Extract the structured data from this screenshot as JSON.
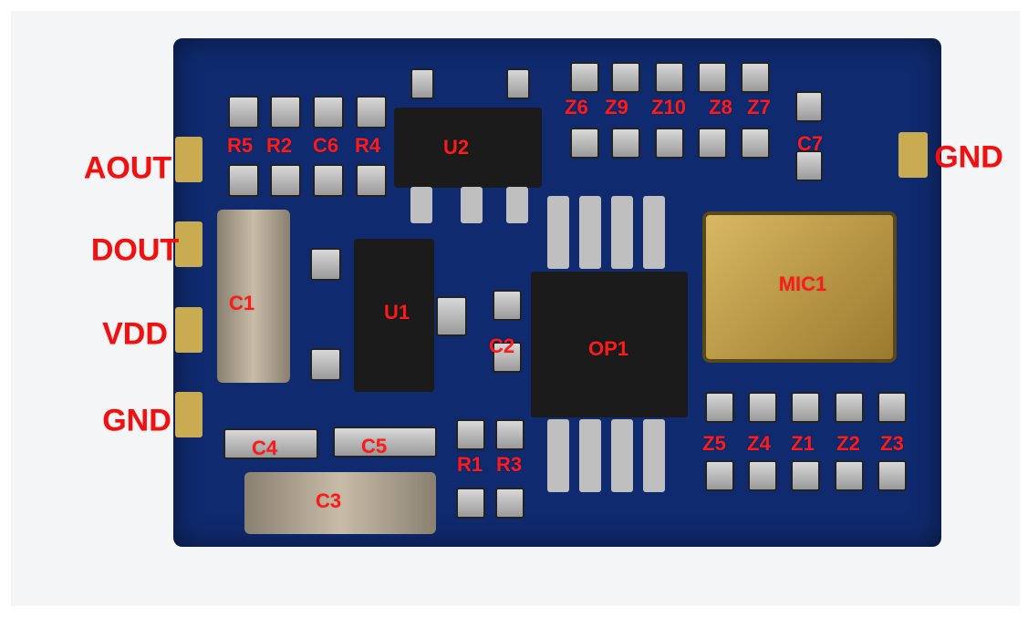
{
  "pins": [
    {
      "label": "AOUT"
    },
    {
      "label": "DOUT"
    },
    {
      "label": "VDD"
    },
    {
      "label": "GND"
    },
    {
      "label": "GND"
    }
  ],
  "components": [
    {
      "label": "R5"
    },
    {
      "label": "R2"
    },
    {
      "label": "C6"
    },
    {
      "label": "R4"
    },
    {
      "label": "U2"
    },
    {
      "label": "Z6"
    },
    {
      "label": "Z9"
    },
    {
      "label": "Z10"
    },
    {
      "label": "Z8"
    },
    {
      "label": "Z7"
    },
    {
      "label": "C7"
    },
    {
      "label": "C1"
    },
    {
      "label": "U1"
    },
    {
      "label": "C2"
    },
    {
      "label": "OP1"
    },
    {
      "label": "MIC1"
    },
    {
      "label": "Z5"
    },
    {
      "label": "Z4"
    },
    {
      "label": "Z1"
    },
    {
      "label": "Z2"
    },
    {
      "label": "Z3"
    },
    {
      "label": "C4"
    },
    {
      "label": "C5"
    },
    {
      "label": "R1"
    },
    {
      "label": "R3"
    },
    {
      "label": "C3"
    }
  ],
  "colors": {
    "label": "#ff1a1a",
    "board": "#0f2a6e",
    "pad": "#c9ab52"
  }
}
